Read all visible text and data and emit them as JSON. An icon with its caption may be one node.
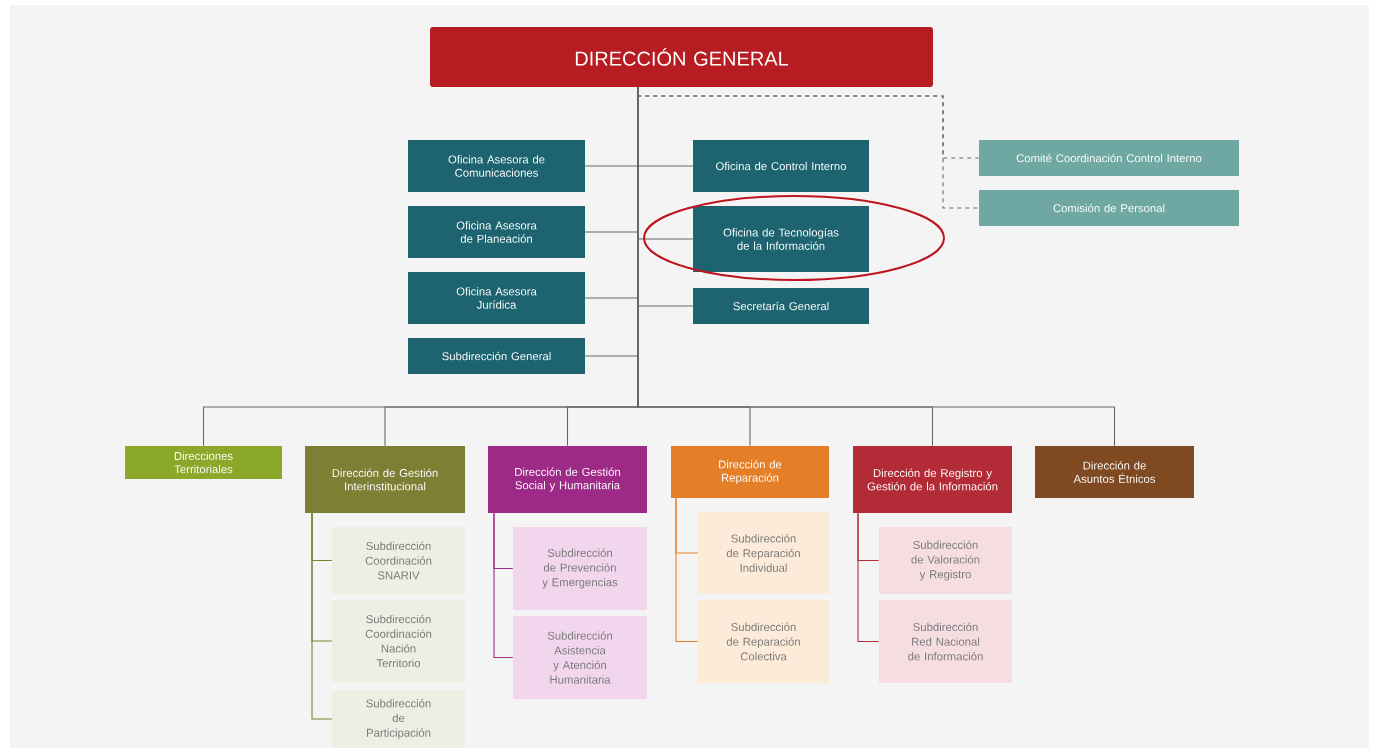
{
  "diagram": {
    "nodes": [
      {
        "text": [
          "DIRECCIÓN GENERAL"
        ]
      },
      {
        "text": [
          "Oficina Asesora de Comunicaciones"
        ]
      },
      {
        "text": [
          "Oficina de Control Interno"
        ]
      },
      {
        "text": [
          "Oficina Asesora de Planeación"
        ]
      },
      {
        "text": [
          "Oficina de Tecnologías de la Información"
        ]
      },
      {
        "text": [
          "Oficina Asesora Jurídica"
        ]
      },
      {
        "text": [
          "Secretaría General"
        ]
      },
      {
        "text": [
          "Subdirección General"
        ]
      },
      {
        "text": [
          "Comité Coordinación Control Interno"
        ]
      },
      {
        "text": [
          "Comisión de Personal"
        ]
      },
      {
        "text": [
          "Direcciones Territoriales"
        ]
      },
      {
        "text": [
          "Dirección de Gestión Interinstitucional"
        ]
      },
      {
        "text": [
          "Subdirección Coordinación SNARIV"
        ]
      },
      {
        "text": [
          "Subdirección Coordinación Nación Territorio"
        ]
      },
      {
        "text": [
          "Subdirección de Participación"
        ]
      },
      {
        "text": [
          "Dirección de Gestión Social y Humanitaria"
        ]
      },
      {
        "text": [
          "Subdirección de Prevención y Emergencias"
        ]
      },
      {
        "text": [
          "Subdirección Asistencia y Atención Humanitaria"
        ]
      },
      {
        "text": [
          "Dirección de Reparación"
        ]
      },
      {
        "text": [
          "Subdirección de Reparación Individual"
        ]
      },
      {
        "text": [
          "Subdirección de Reparación Colectiva"
        ]
      },
      {
        "text": [
          "Dirección de Registro y Gestión de la Información"
        ]
      },
      {
        "text": [
          "Subdirección de Valoración y Registro"
        ]
      },
      {
        "text": [
          "Subdirección Red Nacional de Información"
        ]
      },
      {
        "text": [
          "Dirección de Asuntos Étnicos"
        ]
      }
    ],
    "edges": [
      {
        "from": 0,
        "to": 1,
        "arrow": "none"
      },
      {
        "from": 0,
        "to": 2,
        "arrow": "none"
      },
      {
        "from": 0,
        "to": 3,
        "arrow": "none"
      },
      {
        "from": 0,
        "to": 4,
        "arrow": "none"
      },
      {
        "from": 0,
        "to": 5,
        "arrow": "none"
      },
      {
        "from": 0,
        "to": 6,
        "arrow": "none"
      },
      {
        "from": 0,
        "to": 7,
        "arrow": "none"
      },
      {
        "from": 0,
        "to": 8,
        "arrow": "none",
        "style": "dashed"
      },
      {
        "from": 0,
        "to": 9,
        "arrow": "none",
        "style": "dashed"
      },
      {
        "from": 0,
        "to": 10,
        "arrow": "none"
      },
      {
        "from": 0,
        "to": 11,
        "arrow": "none"
      },
      {
        "from": 0,
        "to": 15,
        "arrow": "none"
      },
      {
        "from": 0,
        "to": 18,
        "arrow": "none"
      },
      {
        "from": 0,
        "to": 21,
        "arrow": "none"
      },
      {
        "from": 0,
        "to": 24,
        "arrow": "none"
      },
      {
        "from": 11,
        "to": 12,
        "arrow": "none",
        "color": "#7c7f34"
      },
      {
        "from": 11,
        "to": 13,
        "arrow": "none",
        "color": "#7c7f34"
      },
      {
        "from": 11,
        "to": 14,
        "arrow": "none",
        "color": "#7c7f34"
      },
      {
        "from": 15,
        "to": 16,
        "arrow": "none",
        "color": "#9c2a86"
      },
      {
        "from": 15,
        "to": 17,
        "arrow": "none",
        "color": "#9c2a86"
      },
      {
        "from": 18,
        "to": 19,
        "arrow": "none",
        "color": "#e57f27"
      },
      {
        "from": 18,
        "to": 20,
        "arrow": "none",
        "color": "#e57f27"
      },
      {
        "from": 21,
        "to": 22,
        "arrow": "none",
        "color": "#b32b36"
      },
      {
        "from": 21,
        "to": 23,
        "arrow": "none",
        "color": "#b32b36"
      }
    ]
  }
}
